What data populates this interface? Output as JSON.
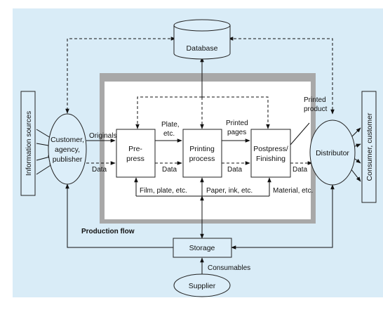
{
  "colors": {
    "background_panel": "#d9ecf7",
    "node_fill": "#dceef9",
    "frame_gray": "#a8a8a8",
    "inner_white": "#ffffff",
    "box_fill": "#ffffff",
    "line": "#111111"
  },
  "nodes": {
    "database": "Database",
    "information_sources": "Information sources",
    "customer": [
      "Customer,",
      "agency,",
      "publisher"
    ],
    "prepress": [
      "Pre-",
      "press"
    ],
    "printing": [
      "Printing",
      "process"
    ],
    "postpress": [
      "Postpress/",
      "Finishing"
    ],
    "distributor": "Distributor",
    "consumer": "Consumer, customer",
    "storage": "Storage",
    "supplier": "Supplier"
  },
  "labels": {
    "originals": "Originals",
    "data_customer": "Data",
    "plate_etc": [
      "Plate,",
      "etc."
    ],
    "data_prepress": "Data",
    "printed_pages": [
      "Printed",
      "pages"
    ],
    "data_printing": "Data",
    "printed_product": [
      "Printed",
      "product"
    ],
    "data_postpress": "Data",
    "film_plate": "Film, plate, etc.",
    "paper_ink": "Paper, ink, etc.",
    "material": "Material, etc.",
    "production_flow": "Production flow",
    "consumables": "Consumables"
  }
}
